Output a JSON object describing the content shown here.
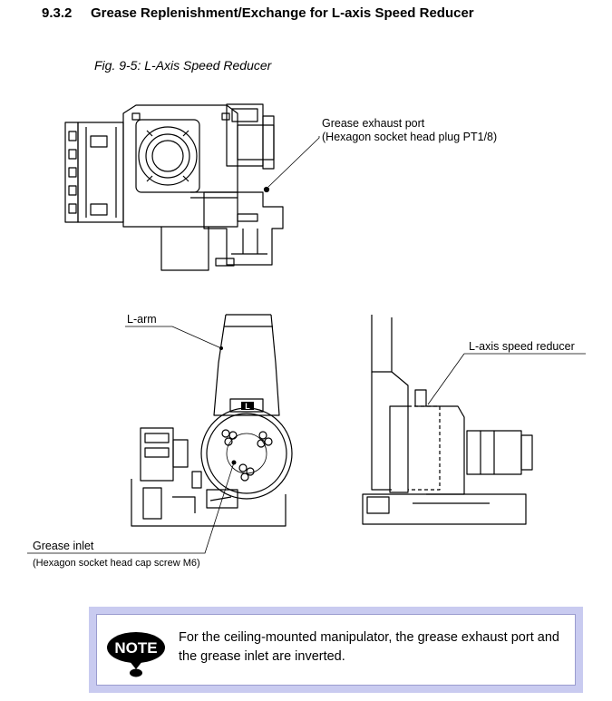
{
  "section": {
    "number": "9.3.2",
    "title": "Grease Replenishment/Exchange for L-axis Speed Reducer"
  },
  "figure": {
    "caption": "Fig. 9-5: L-Axis Speed Reducer",
    "labels": {
      "exhaust_port": "Grease exhaust port",
      "exhaust_port_detail": "(Hexagon socket head plug PT1/8)",
      "l_arm": "L-arm",
      "speed_reducer": "L-axis speed reducer",
      "grease_inlet": "Grease inlet",
      "grease_inlet_detail": "(Hexagon socket head cap screw M6)",
      "motor_mark": "L"
    }
  },
  "note": {
    "icon_label": "NOTE",
    "text": "For the ceiling-mounted manipulator, the grease exhaust port and the grease inlet are inverted."
  }
}
